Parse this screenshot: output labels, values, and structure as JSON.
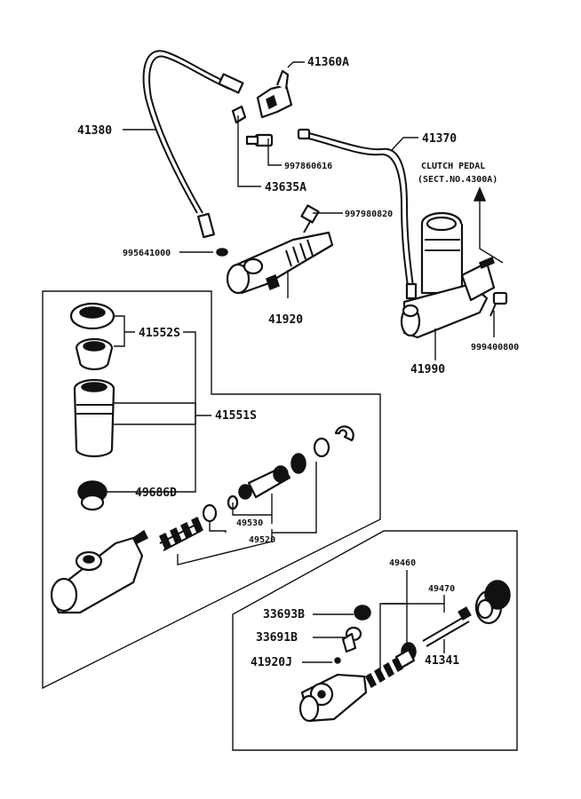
{
  "diagram": {
    "labels": {
      "l41360A": "41360A",
      "l41380": "41380",
      "l41370": "41370",
      "clutch_pedal_1": "CLUTCH PEDAL",
      "clutch_pedal_2": "(SECT.NO.4300A)",
      "l997860616": "997860616",
      "l43635A": "43635A",
      "l997980820": "997980820",
      "l995641000": "995641000",
      "l41920": "41920",
      "l41990": "41990",
      "l999400800": "999400800",
      "l41552S": "41552S",
      "l41551S": "41551S",
      "l49686D": "49686D",
      "l49530": "49530",
      "l49520": "49520",
      "l49460": "49460",
      "l49470": "49470",
      "l33693B": "33693B",
      "l33691B": "33691B",
      "l41920J": "41920J",
      "l41341": "41341"
    }
  }
}
